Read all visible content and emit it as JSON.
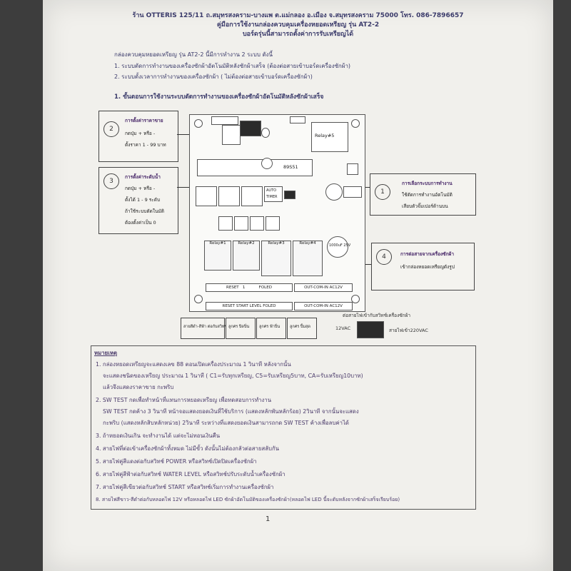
{
  "header": {
    "shop_line": "ร้าน OTTERIS 125/11 ถ.สมุทรสงคราม-บางแพ ต.แม่กลอง อ.เมือง จ.สมุทรสงคราม 75000 โทร. 086-7896657",
    "manual_title": "คู่มือการใช้งานกล่องควบคุมเครื่องหยอดเหรียญ รุ่น AT2-2",
    "subtitle": "บอร์ดรุ่นนี้สามารถตั้งค่าการรับเหรียญได้"
  },
  "intro": {
    "line1": "กล่องควบคุมหยอดเหรียญ รุ่น AT2-2 นี้มีการทำงาน 2 ระบบ ดังนี้",
    "item1": "1. ระบบตัดการทำงานของเครื่องซักผ้าอัตโนมัติหลังซักผ้าเสร็จ (ต้องต่อสายเข้าบอร์ดเครื่องซักผ้า)",
    "item2": "2. ระบบตั้งเวลาการทำงานของเครื่องซักผ้า ( ไม่ต้องต่อสายเข้าบอร์ดเครื่องซักผ้า)"
  },
  "section_title": "1. ขั้นตอนการใช้งานระบบตัดการทำงานของเครื่องซักผ้าอัตโนมัติหลังซักผ้าเสร็จ",
  "callouts": {
    "c2": {
      "number": "2",
      "title": "การตั้งค่าราคาขาย",
      "line1": "กดปุ่ม + หรือ -",
      "line2": "ตั้งราคา 1 - 99 บาท"
    },
    "c3": {
      "number": "3",
      "title": "การตั้งค่าระดับน้ำ",
      "line1": "กดปุ่ม + หรือ -",
      "line2": "ตั้งได้ 1 - 9 ระดับ",
      "line3": "ถ้าใช้ระบบตัดในมัติ",
      "line4": "ต้องตั้งค่าเป็น 0"
    },
    "c1": {
      "number": "1",
      "title": "การเลือกระบบการทำงาน",
      "line1": "ใช้ตัดการทำงานอัตโนมัติ",
      "line2": "เสียบตัวจั๊มเปอร์ด้านบน"
    },
    "c4": {
      "number": "4",
      "title": "การต่อสายจากเครื่องซักผ้า",
      "line1": "เข้ากล่องหยอดเหรียญดังรูป"
    }
  },
  "board": {
    "chip_label": "89S51",
    "auto_label": "AUTO",
    "timer_label": "TIMER",
    "relay_labels": [
      "Relay#1",
      "Relay#2",
      "Relay#3",
      "Relay#4"
    ],
    "relay_top": "Relay#5",
    "cap_label": "1000uF 25V",
    "terminal_top": [
      "RESET",
      "1",
      "",
      "",
      "",
      "FOLED"
    ],
    "terminal_top_right": [
      "OUT-COM-IN",
      "AC12V"
    ],
    "terminal_bottom": [
      "RESET",
      "START",
      "LEVEL",
      "FOLED"
    ],
    "terminal_bottom_right": [
      "OUT-COM-IN",
      "AC12V"
    ],
    "wire_note_top": "ต่อสายไฟเข้ากับสวิทช์เครื่องซักผ้า",
    "wire_note_12v": "12VAC",
    "wire_note_power": "สายไฟเข้า220VAC",
    "bottom_boxes": [
      "สายสีดำ-สีฟ้า ต่อกับสวิทช์ไฟ",
      "ลูกศร ปิดปิ่น",
      "ลูกศร ฟ้าปิ่น",
      "ลูกศร ปิ้มสุด"
    ]
  },
  "notes": {
    "heading": "หมายเหตุ",
    "lines": [
      "1. กล่องหยอดเหรียญจะแสดงเลข 88 ตอนเปิดเครื่องประมาณ 1 วินาที หลังจากนั้น",
      "จะแสดงชนิดของเหรียญ ประมาณ 1 วินาที ( C1=รับทุกเหรียญ, C5=รับเหรียญ5บาท, CA=รับเหรียญ10บาท)",
      "แล้วจึงแสดงราคาขาย กะพริบ",
      "2. SW TEST กดเพื่อทำหน้าที่แทนการหยอดเหรียญ เพื่อทดสอบการทำงาน",
      "SW TEST กดค้าง 3 วินาที หน้าจอแสดงยอดเงินที่ใช้บริการ (แสดงหลักพันหลักร้อย) 2วินาที จากนั้นจะแสดง",
      "กะพริบ (แสดงหลักสิบหลักหน่วย) 2วินาที ระหว่างที่แสดงยอดเงินสามารถกด SW TEST ค้างเพื่อลบค่าได้",
      "3. ถ้าหยอดเงินเกิน จะทำงานได้ แต่จะไม่ทอนเงินคืน",
      "4. สายไฟที่ต่อเข้าเครื่องซักผ้าทั้งหมด ไม่มีขั้ว ดังนั้นไม่ต้องกลัวต่อสายสลับกัน",
      "5. สายไฟคู่สีแดงต่อกับสวิทช์ POWER หรือสวิทช์เปิดปิดเครื่องซักผ้า",
      "6. สายไฟคู่สีฟ้าต่อกับสวิทช์ WATER LEVEL หรือสวิทช์ปรับระดับน้ำเครื่องซักผ้า",
      "7. สายไฟคู่สีเขียวต่อกับสวิทช์ START หรือสวิทช์เริ่มการทำงานเครื่องซักผ้า",
      "8. สายไฟสีขาว-สีดำต่อกับหลอดไฟ 12V หรือหลอดไฟ LED ซักผ้าอัตโนมัติของเครื่องซักผ้า(หลอดไฟ LED นี้จะดับหลังจากซักผ้าเสร็จเรียบร้อย)"
    ]
  },
  "page_number": "1"
}
